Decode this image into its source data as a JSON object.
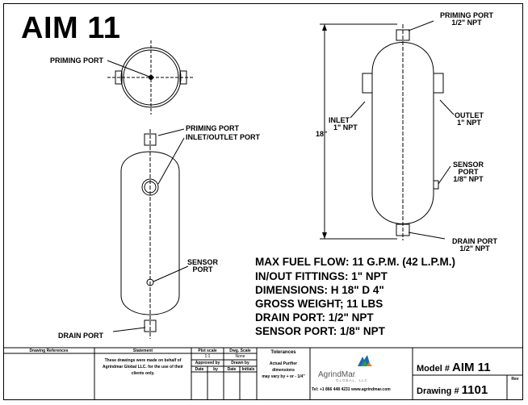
{
  "title": "AIM 11",
  "top_view": {
    "priming_port": "PRIMING PORT"
  },
  "front_view": {
    "priming_port": "PRIMING PORT",
    "inlet_outlet_port": "INLET/OUTLET PORT",
    "sensor_port": [
      "SENSOR",
      "PORT"
    ],
    "drain_port": "DRAIN PORT"
  },
  "side_view": {
    "priming_port": [
      "PRIMING PORT",
      "1/2\" NPT"
    ],
    "inlet": [
      "INLET",
      "1\" NPT"
    ],
    "outlet": [
      "OUTLET",
      "1\" NPT"
    ],
    "sensor_port": [
      "SENSOR",
      "PORT",
      "1/8\" NPT"
    ],
    "drain_port": [
      "DRAIN PORT",
      "1/2\" NPT"
    ],
    "height": "18\""
  },
  "specs": [
    "MAX FUEL FLOW: 11 G.P.M. (42 L.P.M.)",
    "IN/OUT FITTINGS: 1\" NPT",
    "DIMENSIONS: H 18\"  D 4\"",
    "GROSS WEIGHT; 11 LBS",
    "DRAIN PORT: 1/2\" NPT",
    "SENSOR PORT: 1/8\" NPT"
  ],
  "title_block": {
    "drawing_references": "Drawing References",
    "statement": "Statement",
    "statement_text": [
      "These drawings were made on behalf of",
      "Agrindmar Global LLC. for the use of their",
      "clients only."
    ],
    "plot_scale": "Plot scale",
    "plot_scale_value": "1:1",
    "dwg_scale": "Dwg. Scale",
    "dwg_scale_value": "None",
    "approved_by": "Approved by",
    "drawn_by": "Drawn by",
    "date": "Date",
    "by": "by",
    "initials": "Initials",
    "tolerances": "Tolerances",
    "tolerances_text": [
      "Actual Purifier",
      "dimensions",
      "may vary by + or - 1/4\""
    ],
    "logo": "AgrindMar",
    "logo_sub": "GLOBAL, LLC",
    "contact": "Tel: +1 866 448 4231    www.agrindmar.com",
    "model_label": "Model #",
    "model_value": "AIM 11",
    "drawing_label": "Drawing #",
    "drawing_value": "1101",
    "rev": "Rev"
  }
}
